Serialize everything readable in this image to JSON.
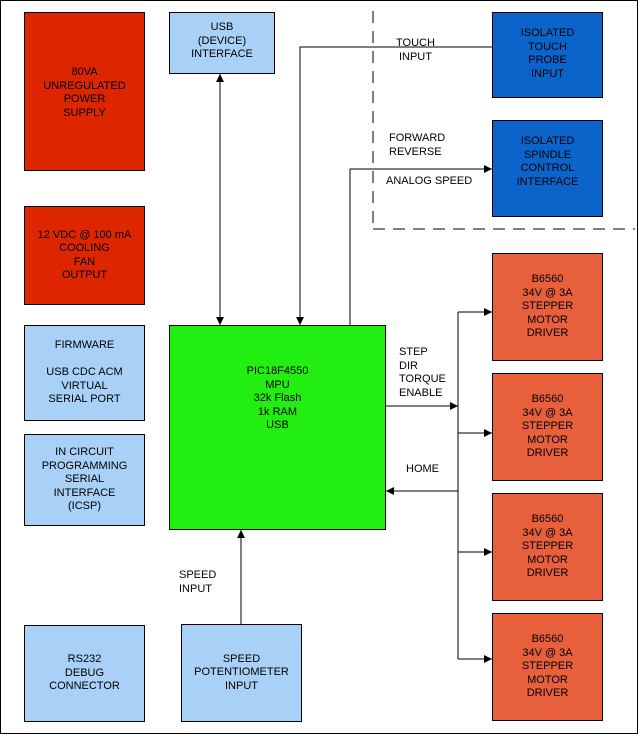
{
  "colors": {
    "power_red": "#dd2600",
    "info_blue": "#a9d1f7",
    "isolated_blue": "#0a64c9",
    "mpu_green": "#22ee11",
    "driver_orange": "#e8603b"
  },
  "blocks": {
    "power_supply": "80VA\nUNREGULATED\nPOWER\nSUPPLY",
    "cooling_fan": "12 VDC @ 100 mA\nCOOLING\nFAN\nOUTPUT",
    "firmware": "FIRMWARE\n\nUSB CDC ACM\nVIRTUAL\nSERIAL PORT",
    "icsp": "IN CIRCUIT\nPROGRAMMING\nSERIAL\nINTERFACE\n(ICSP)",
    "rs232": "RS232\nDEBUG\nCONNECTOR",
    "usb_interface": "USB\n(DEVICE)\nINTERFACE",
    "mpu": "PIC18F4550\nMPU\n32k Flash\n1k RAM\nUSB",
    "speed_pot": "SPEED\nPOTENTIOMETER\nINPUT",
    "touch_probe": "ISOLATED\nTOUCH\nPROBE\nINPUT",
    "spindle": "ISOLATED\nSPINDLE\nCONTROL\nINTERFACE",
    "driver_1": "B6560\n34V @ 3A\nSTEPPER\nMOTOR\nDRIVER",
    "driver_2": "B6560\n34V @ 3A\nSTEPPER\nMOTOR\nDRIVER",
    "driver_3": "B6560\n34V @ 3A\nSTEPPER\nMOTOR\nDRIVER",
    "driver_4": "B6560\n34V @ 3A\nSTEPPER\nMOTOR\nDRIVER"
  },
  "labels": {
    "touch_input": "TOUCH\nINPUT",
    "forward_reverse": "FORWARD\nREVERSE",
    "analog_speed": "ANALOG SPEED",
    "step_dir": "STEP\nDIR\nTORQUE\nENABLE",
    "home": "HOME",
    "speed_input": "SPEED\nINPUT"
  }
}
